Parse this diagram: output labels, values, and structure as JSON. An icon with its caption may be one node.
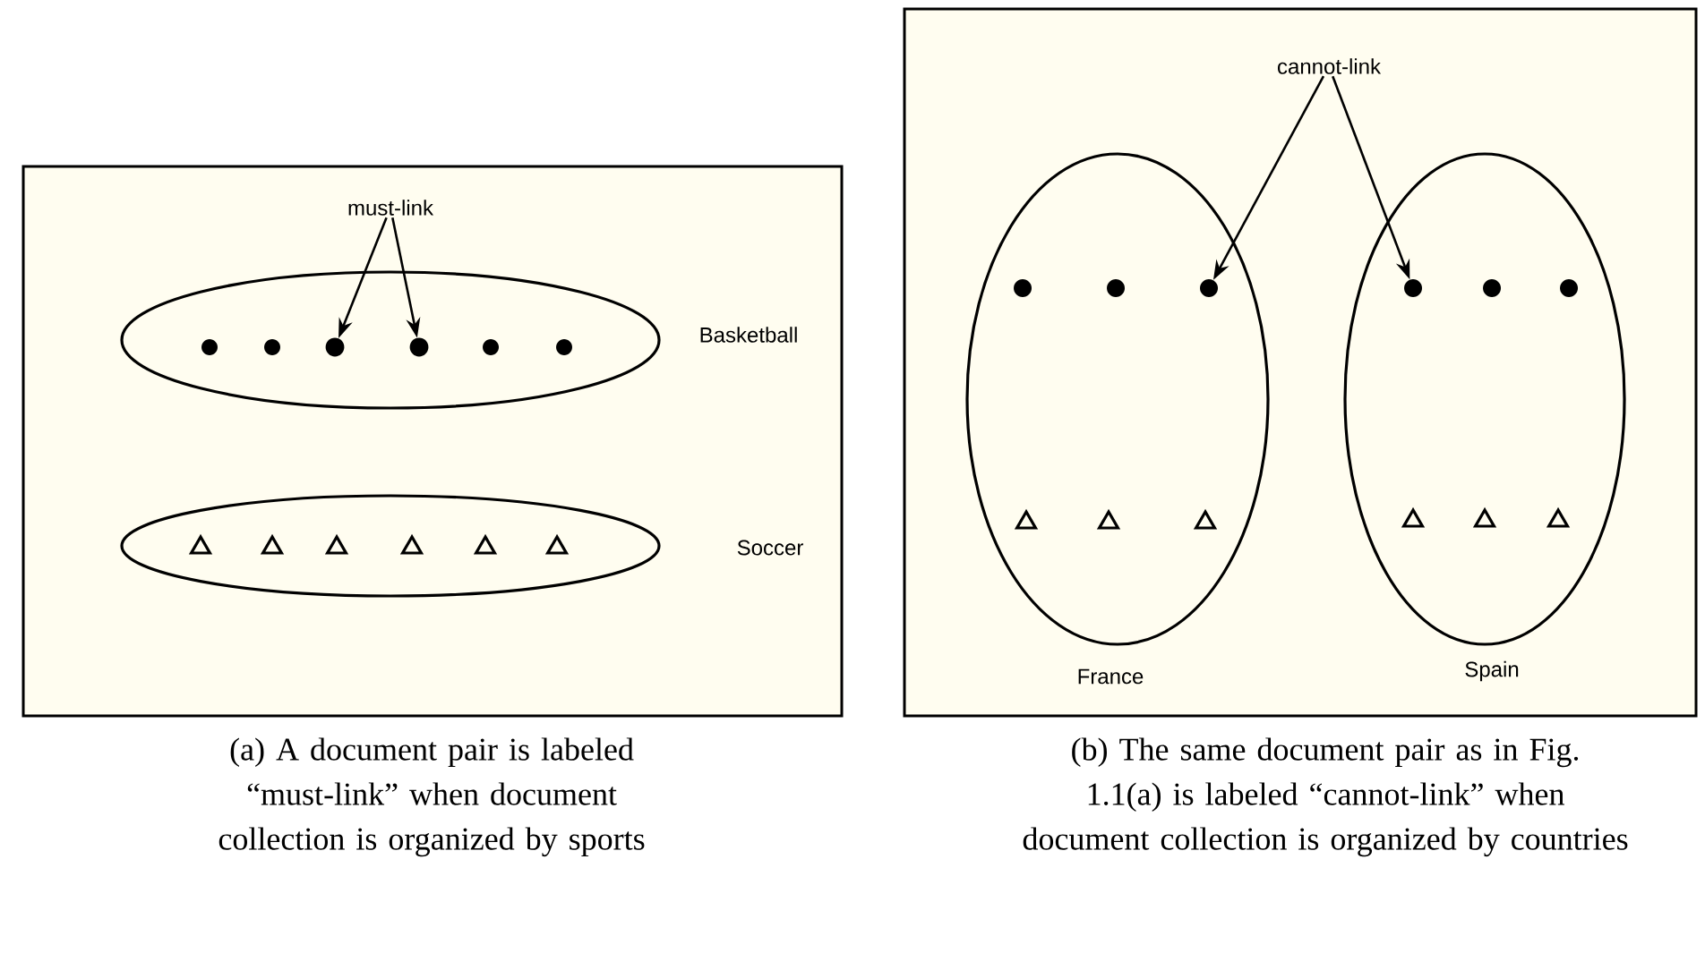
{
  "diagram": {
    "nodes": [
      {
        "text": [],
        "shape": "box"
      },
      {
        "text": [
          "must-link"
        ],
        "in": 0
      },
      {
        "text": [
          "Basketball"
        ],
        "in": 0
      },
      {
        "text": [],
        "shape": "circle",
        "in": 2
      },
      {
        "text": [],
        "shape": "circle",
        "in": 2
      },
      {
        "text": [],
        "shape": "circle",
        "in": 2
      },
      {
        "text": [],
        "shape": "circle",
        "in": 2
      },
      {
        "text": [],
        "shape": "circle",
        "in": 2
      },
      {
        "text": [],
        "shape": "circle",
        "in": 2
      },
      {
        "text": [
          "Soccer"
        ],
        "in": 0
      },
      {
        "text": [],
        "shape": "triangle",
        "in": 9
      },
      {
        "text": [],
        "shape": "triangle",
        "in": 9
      },
      {
        "text": [],
        "shape": "triangle",
        "in": 9
      },
      {
        "text": [],
        "shape": "triangle",
        "in": 9
      },
      {
        "text": [],
        "shape": "triangle",
        "in": 9
      },
      {
        "text": [],
        "shape": "triangle",
        "in": 9
      },
      {
        "text": [],
        "shape": "box"
      },
      {
        "text": [
          "cannot-link"
        ],
        "in": 16
      },
      {
        "text": [
          "France"
        ],
        "in": 16
      },
      {
        "text": [],
        "shape": "circle",
        "in": 18
      },
      {
        "text": [],
        "shape": "circle",
        "in": 18
      },
      {
        "text": [],
        "shape": "circle",
        "in": 18
      },
      {
        "text": [],
        "shape": "triangle",
        "in": 18
      },
      {
        "text": [],
        "shape": "triangle",
        "in": 18
      },
      {
        "text": [],
        "shape": "triangle",
        "in": 18
      },
      {
        "text": [
          "Spain"
        ],
        "in": 16
      },
      {
        "text": [],
        "shape": "circle",
        "in": 25
      },
      {
        "text": [],
        "shape": "circle",
        "in": 25
      },
      {
        "text": [],
        "shape": "circle",
        "in": 25
      },
      {
        "text": [],
        "shape": "triangle",
        "in": 25
      },
      {
        "text": [],
        "shape": "triangle",
        "in": 25
      },
      {
        "text": [],
        "shape": "triangle",
        "in": 25
      }
    ],
    "edges": [
      {
        "from": 1,
        "to": 5,
        "arrow": "to"
      },
      {
        "from": 1,
        "to": 6,
        "arrow": "to"
      },
      {
        "from": 17,
        "to": 21,
        "arrow": "to"
      },
      {
        "from": 17,
        "to": 26,
        "arrow": "to"
      }
    ],
    "labels": [
      "(a) A document pair is labeled “must-link” when document collection is organized by sports",
      "(b) The same document pair as in Fig. 1.1(a) is labeled “cannot-link” when document collection is organized by countries"
    ]
  }
}
